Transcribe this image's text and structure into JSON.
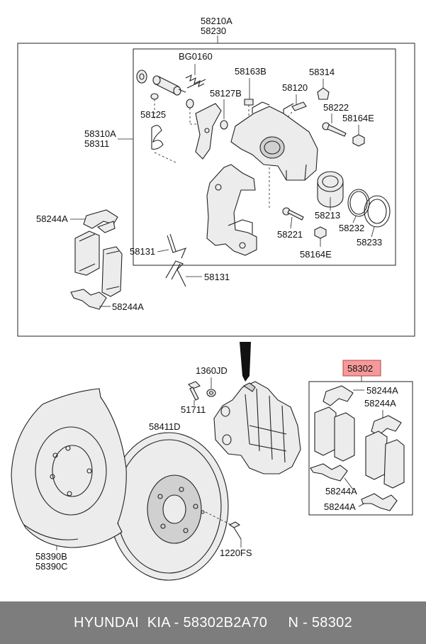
{
  "labels": {
    "assembly_a": "58210A",
    "assembly_b": "58230",
    "bg0160": "BG0160",
    "p58163b": "58163B",
    "p58314": "58314",
    "p58127b": "58127B",
    "p58120": "58120",
    "p58125": "58125",
    "p58222": "58222",
    "p58164e_top": "58164E",
    "caliper_a": "58310A",
    "caliper_b": "58311",
    "p58244a_1": "58244A",
    "p58213": "58213",
    "p58232": "58232",
    "p58221": "58221",
    "p58233": "58233",
    "p58131_1": "58131",
    "p58164e_bottom": "58164E",
    "p58131_2": "58131",
    "p58244a_2": "58244A",
    "pad_kit": "58302",
    "p58244a_3": "58244A",
    "p58244a_4": "58244A",
    "p1360jd": "1360JD",
    "p51711": "51711",
    "p58411d": "58411D",
    "p58244a_5": "58244A",
    "p58244a_6": "58244A",
    "shield_a": "58390B",
    "shield_b": "58390C",
    "p1220fs": "1220FS"
  },
  "highlight_color": "#f49a9a",
  "footer": {
    "brand": "HYUNDAI  KIA - 58302B2A70",
    "ref": "N - 58302"
  }
}
